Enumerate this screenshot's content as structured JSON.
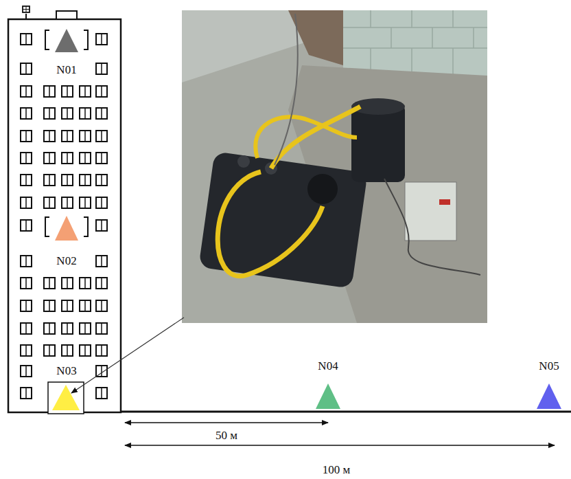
{
  "diagram": {
    "labels": [
      "N01",
      "N02",
      "N03",
      "N04",
      "N05",
      "50 м",
      "100 м"
    ]
  }
}
